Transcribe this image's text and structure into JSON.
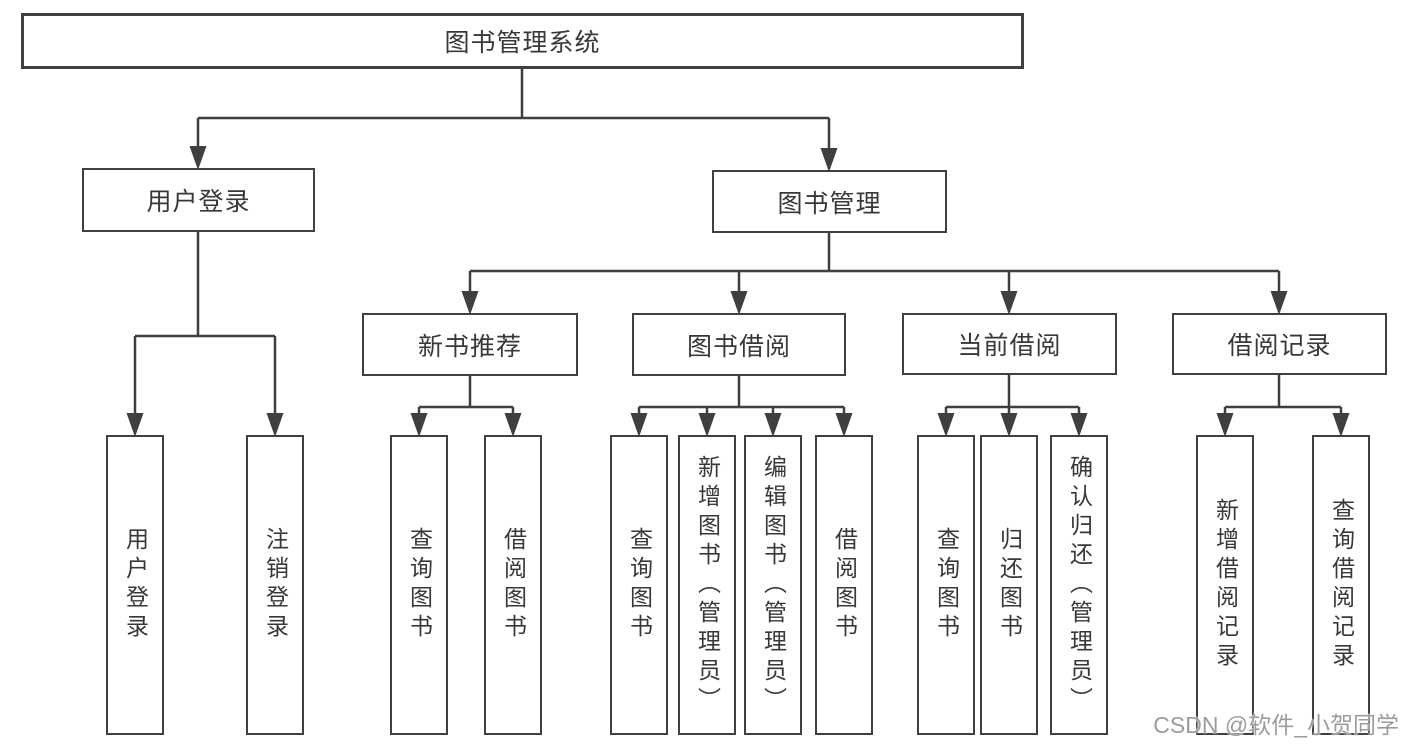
{
  "tree": {
    "root": {
      "label": "图书管理系统"
    },
    "level2": [
      {
        "label": "用户登录",
        "children": [
          {
            "label": "用户登录"
          },
          {
            "label": "注销登录"
          }
        ]
      },
      {
        "label": "图书管理",
        "children": [
          {
            "label": "新书推荐",
            "children": [
              {
                "label": "查询图书"
              },
              {
                "label": "借阅图书"
              }
            ]
          },
          {
            "label": "图书借阅",
            "children": [
              {
                "label": "查询图书"
              },
              {
                "label": "新增图书（管理员）"
              },
              {
                "label": "编辑图书（管理员）"
              },
              {
                "label": "借阅图书"
              }
            ]
          },
          {
            "label": "当前借阅",
            "children": [
              {
                "label": "查询图书"
              },
              {
                "label": "归还图书"
              },
              {
                "label": "确认归还（管理员）"
              }
            ]
          },
          {
            "label": "借阅记录",
            "children": [
              {
                "label": "新增借阅记录"
              },
              {
                "label": "查询借阅记录"
              }
            ]
          }
        ]
      }
    ]
  },
  "watermark": {
    "text": "CSDN @软件_小贺同学"
  },
  "colors": {
    "line": "#3f3f3f",
    "text": "#383838",
    "watermark": "#9c9c9c",
    "background": "#ffffff"
  }
}
